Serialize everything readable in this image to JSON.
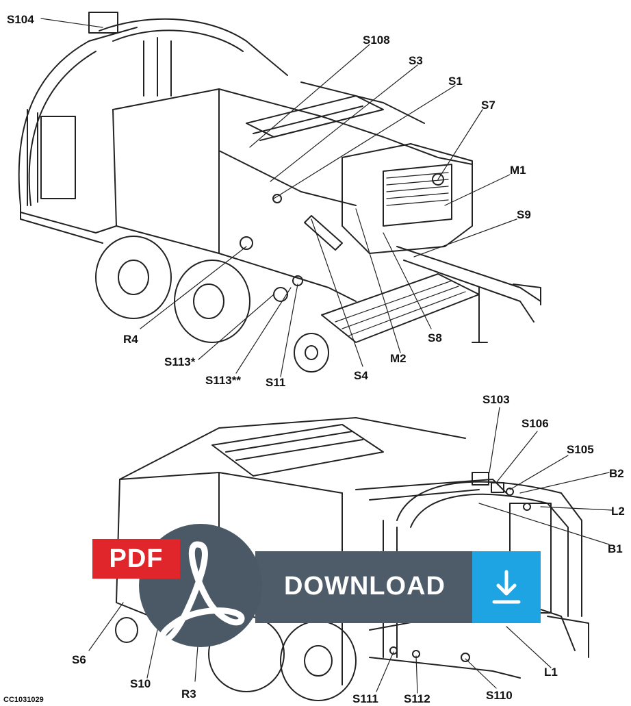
{
  "figure_code": "CC1031029",
  "top_labels": {
    "S104": "S104",
    "S108": "S108",
    "S3": "S3",
    "S1": "S1",
    "S7": "S7",
    "M1": "M1",
    "S9": "S9",
    "R4": "R4",
    "S113a": "S113*",
    "S113b": "S113**",
    "S11": "S11",
    "S4": "S4",
    "M2": "M2",
    "S8": "S8"
  },
  "bottom_labels": {
    "S103": "S103",
    "S106": "S106",
    "S105": "S105",
    "B2": "B2",
    "L2": "L2",
    "B1": "B1",
    "S6": "S6",
    "S10": "S10",
    "R3": "R3",
    "S111": "S111",
    "S112": "S112",
    "S110": "S110",
    "L1": "L1"
  },
  "banner": {
    "badge": "PDF",
    "button_text": "DOWNLOAD",
    "colors": {
      "badge": "#e0262b",
      "bar": "#4e5c6a",
      "button": "#1ea4e2"
    },
    "icons": [
      "acrobat-icon",
      "download-arrow-icon"
    ]
  }
}
